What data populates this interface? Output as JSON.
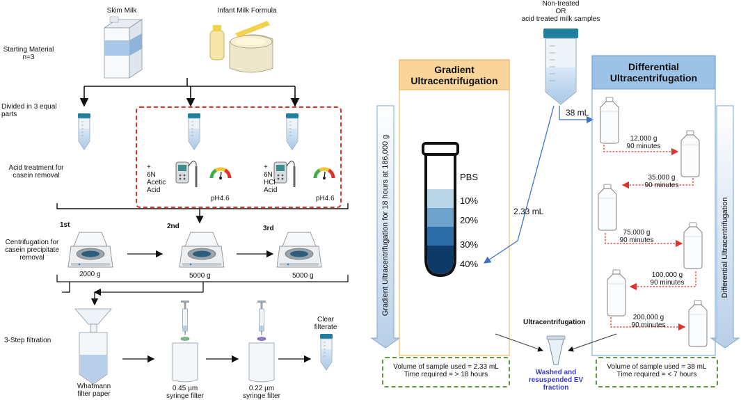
{
  "left": {
    "skim_milk": "Skim Milk",
    "infant_formula": "Infant Milk Formula",
    "starting_material": [
      "Starting Material",
      "n=3"
    ],
    "divided": [
      "Divided in 3 equal",
      "parts"
    ],
    "acid_treatment": [
      "Acid treatment for",
      "casein removal"
    ],
    "acetic": [
      "+",
      "6N",
      "Acetic",
      "Acid"
    ],
    "hcl": [
      "+",
      "6N",
      "HCl",
      "Acid"
    ],
    "ph1": "pH4.6",
    "ph2": "pH4.6",
    "centrifugation": [
      "Centrifugation for",
      "casein precipitate",
      "removal"
    ],
    "steps": [
      "1st",
      "2nd",
      "3rd"
    ],
    "speeds": [
      "2000 g",
      "5000 g",
      "5000 g"
    ],
    "filtration": "3-Step filtration",
    "whatmann": [
      "Whatmann",
      "filter paper"
    ],
    "filter045": [
      "0.45 µm",
      "syringe filter"
    ],
    "filter022": [
      "0.22 µm",
      "syringe filter"
    ],
    "clear": [
      "Clear",
      "filterate"
    ]
  },
  "right": {
    "top_label": [
      "Non-treated",
      "OR",
      "acid treated milk samples"
    ],
    "gradient_title": [
      "Gradient",
      "Ultracentrifugation"
    ],
    "differential_title": [
      "Differential",
      "Ultracentrifugation"
    ],
    "vol_38": "38 mL",
    "vol_233": "2.33 mL",
    "gradient_side": "Gradient Ultracentrifugation for 18 hours at 186,000 g",
    "differential_side": "Differential Ultracentrifugation",
    "layers": [
      "PBS",
      "10%",
      "20%",
      "30%",
      "40%"
    ],
    "diff_steps": [
      [
        "12,000 g",
        "90 minutes"
      ],
      [
        "35,000 g",
        "90 minutes"
      ],
      [
        "75,000 g",
        "90 minutes"
      ],
      [
        "100,000 g",
        "90 minutes"
      ],
      [
        "200,000 g",
        "90 minutes"
      ]
    ],
    "ultracentrifugation": "Ultracentrifugation",
    "washed": [
      "Washed and",
      "resuspended EV",
      "fraction"
    ],
    "summary_gradient": [
      "Volume of sample used = 2.33 mL",
      "Time required = > 18 hours"
    ],
    "summary_differential": [
      "Volume of sample used = 38 mL",
      "Time required = < 7 hours"
    ]
  },
  "colors": {
    "gradient_header": "#f9d49b",
    "differential_header": "#9cc2e5",
    "tube_cap": "#1f7fa0",
    "dashed_red": "#e0322b",
    "dashed_green": "#5d9a3b",
    "layer_pbs": "#ffffff",
    "layer_10": "#b9d6e8",
    "layer_20": "#6ea3cd",
    "layer_30": "#2d6ea8",
    "layer_40": "#0d3a66",
    "washed_text": "#3b3bd6"
  }
}
